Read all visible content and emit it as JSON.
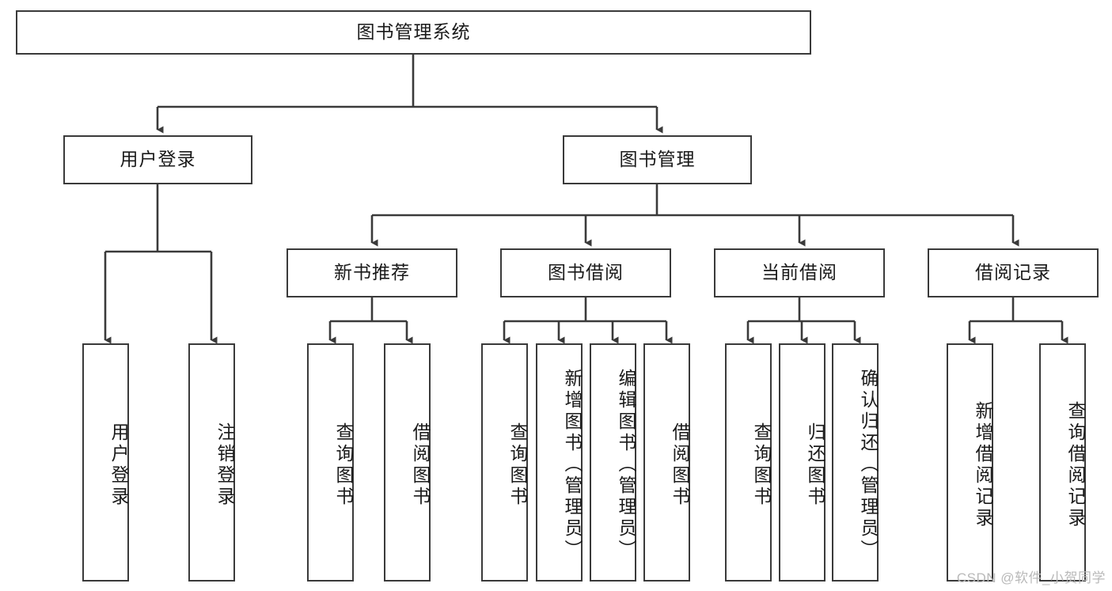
{
  "diagram": {
    "title": "图书管理系统",
    "type": "tree-hierarchy",
    "root": {
      "label": "图书管理系统"
    },
    "level1": [
      {
        "label": "用户登录"
      },
      {
        "label": "图书管理"
      }
    ],
    "level2": [
      {
        "label": "新书推荐",
        "parent": "图书管理"
      },
      {
        "label": "图书借阅",
        "parent": "图书管理"
      },
      {
        "label": "当前借阅",
        "parent": "图书管理"
      },
      {
        "label": "借阅记录",
        "parent": "图书管理"
      }
    ],
    "leaves": {
      "用户登录": [
        {
          "label": "用户登录"
        },
        {
          "label": "注销登录"
        }
      ],
      "新书推荐": [
        {
          "label": "查询图书"
        },
        {
          "label": "借阅图书"
        }
      ],
      "图书借阅": [
        {
          "label": "查询图书"
        },
        {
          "label": "新增图书（管理员）"
        },
        {
          "label": "编辑图书（管理员）"
        },
        {
          "label": "借阅图书"
        }
      ],
      "当前借阅": [
        {
          "label": "查询图书"
        },
        {
          "label": "归还图书"
        },
        {
          "label": "确认归还（管理员）"
        }
      ],
      "借阅记录": [
        {
          "label": "新增借阅记录"
        },
        {
          "label": "查询借阅记录"
        }
      ]
    }
  },
  "watermark": {
    "text": "CSDN @软件_小贺同学"
  },
  "colors": {
    "stroke": "#3a3a3a",
    "fill": "#ffffff",
    "text": "#1a1a1a",
    "watermark": "#b9b9b9"
  }
}
